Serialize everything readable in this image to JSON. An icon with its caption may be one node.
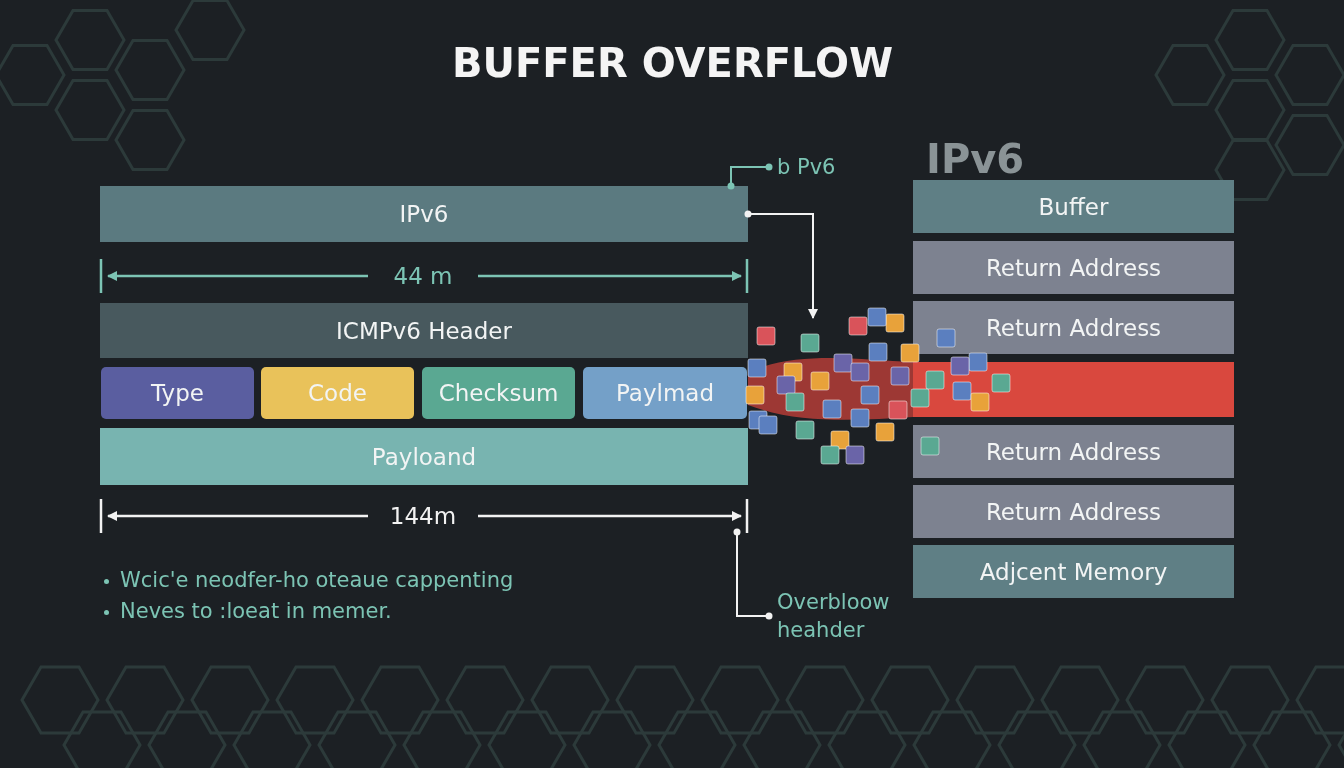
{
  "diagram": {
    "title": "BUFFER OVERFLOW",
    "nodes": [
      {
        "text": [
          "IPv6"
        ]
      },
      {
        "text": [
          "ICMPv6 Header"
        ]
      },
      {
        "text": [
          "Type"
        ]
      },
      {
        "text": [
          "Code"
        ]
      },
      {
        "text": [
          "Checksum"
        ]
      },
      {
        "text": [
          "Paylmad"
        ]
      },
      {
        "text": [
          "Payloand"
        ]
      },
      {
        "text": [
          "b Pv6"
        ]
      },
      {
        "text": [
          "Buffer"
        ]
      },
      {
        "text": [
          "Return Address"
        ]
      },
      {
        "text": [
          "Return Address"
        ]
      },
      {
        "text": [],
        "shape": "bar"
      },
      {
        "text": [
          "Return Address"
        ]
      },
      {
        "text": [
          "Return Address"
        ]
      },
      {
        "text": [
          "Adjcent Memory"
        ]
      },
      {
        "text": [
          "Overbloow heahder"
        ]
      }
    ],
    "edges": [
      {
        "from": 7,
        "to": 0,
        "arrow": "other",
        "color": "#7cc4b4"
      },
      {
        "from": 0,
        "to": null,
        "arrow": "to"
      },
      {
        "from": 15,
        "to": null,
        "arrow": "other"
      }
    ],
    "labels": [
      "IPv6",
      "44 m",
      "144m",
      "Wcic'e neodfer-ho oteaue cappenting",
      "Neves to :loeat in memer."
    ]
  }
}
